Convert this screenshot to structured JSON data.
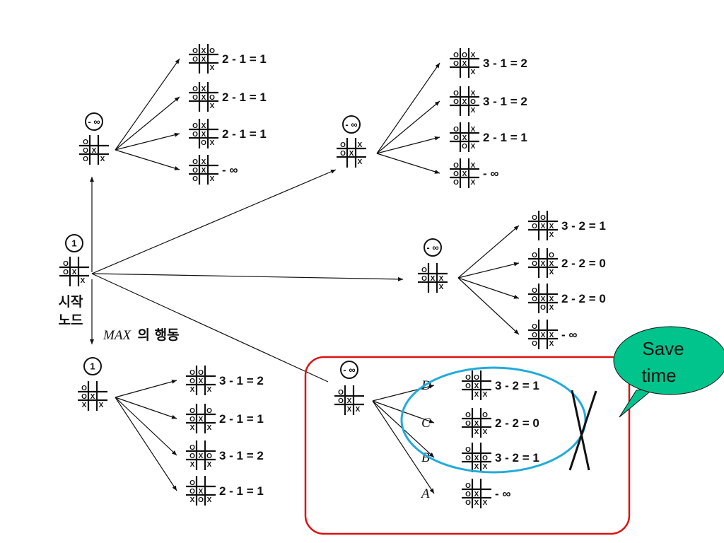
{
  "root": {
    "value": "1",
    "board": [
      "O",
      "",
      "",
      "O",
      "X",
      "",
      "",
      "",
      "X"
    ],
    "caption_line1": "시작",
    "caption_line2": "노드"
  },
  "action_caption": {
    "max": "MAX",
    "rest": "의 행동"
  },
  "subtrees": [
    {
      "id": "top-left",
      "value": "- ∞",
      "board": [
        "O",
        "",
        "",
        "O",
        "X",
        "",
        "O",
        "",
        "X"
      ],
      "children": [
        {
          "board": [
            "O",
            "X",
            "O",
            "O",
            "X",
            "",
            "",
            "",
            "X"
          ],
          "label": "2 - 1 = 1"
        },
        {
          "board": [
            "O",
            "X",
            "",
            "O",
            "X",
            "O",
            "",
            "",
            "X"
          ],
          "label": "2 - 1 = 1"
        },
        {
          "board": [
            "O",
            "X",
            "",
            "O",
            "X",
            "",
            "",
            "O",
            "X"
          ],
          "label": "2 - 1 = 1"
        },
        {
          "board": [
            "O",
            "X",
            "",
            "O",
            "X",
            "",
            "O",
            "",
            "X"
          ],
          "label": "- ∞"
        }
      ]
    },
    {
      "id": "top-right",
      "value": "- ∞",
      "board": [
        "O",
        "",
        "X",
        "O",
        "X",
        "",
        "",
        "",
        "X"
      ],
      "children": [
        {
          "board": [
            "O",
            "O",
            "X",
            "O",
            "X",
            "",
            "",
            "",
            "X"
          ],
          "label": "3 - 1 = 2"
        },
        {
          "board": [
            "O",
            "",
            "X",
            "O",
            "X",
            "O",
            "",
            "",
            "X"
          ],
          "label": "3 - 1 = 2"
        },
        {
          "board": [
            "O",
            "",
            "X",
            "O",
            "X",
            "",
            "",
            "O",
            "X"
          ],
          "label": "2 - 1 = 1"
        },
        {
          "board": [
            "O",
            "",
            "X",
            "O",
            "X",
            "",
            "O",
            "",
            "X"
          ],
          "label": "- ∞"
        }
      ]
    },
    {
      "id": "middle-right",
      "value": "- ∞",
      "board": [
        "O",
        "",
        "",
        "O",
        "X",
        "X",
        "",
        "",
        "X"
      ],
      "children": [
        {
          "board": [
            "O",
            "O",
            "",
            "O",
            "X",
            "X",
            "",
            "",
            "X"
          ],
          "label": "3 - 2 = 1"
        },
        {
          "board": [
            "O",
            "",
            "O",
            "O",
            "X",
            "X",
            "",
            "",
            "X"
          ],
          "label": "2 - 2 = 0"
        },
        {
          "board": [
            "O",
            "",
            "",
            "O",
            "X",
            "X",
            "",
            "O",
            "X"
          ],
          "label": "2 - 2 = 0"
        },
        {
          "board": [
            "O",
            "",
            "",
            "O",
            "X",
            "X",
            "O",
            "",
            "X"
          ],
          "label": "- ∞"
        }
      ]
    },
    {
      "id": "bottom-left",
      "value": "1",
      "board": [
        "O",
        "",
        "",
        "O",
        "X",
        "",
        "X",
        "",
        "X"
      ],
      "children": [
        {
          "board": [
            "O",
            "O",
            "",
            "O",
            "X",
            "",
            "X",
            "",
            "X"
          ],
          "label": "3 - 1 = 2"
        },
        {
          "board": [
            "O",
            "",
            "O",
            "O",
            "X",
            "",
            "X",
            "",
            "X"
          ],
          "label": "2 - 1 = 1"
        },
        {
          "board": [
            "O",
            "",
            "",
            "O",
            "X",
            "O",
            "X",
            "",
            "X"
          ],
          "label": "3 - 1 = 2"
        },
        {
          "board": [
            "O",
            "",
            "",
            "O",
            "X",
            "",
            "X",
            "O",
            "X"
          ],
          "label": "2 - 1 = 1"
        }
      ]
    },
    {
      "id": "bottom-right",
      "value": "- ∞",
      "board": [
        "O",
        "",
        "",
        "O",
        "X",
        "",
        "",
        "X",
        "X"
      ],
      "children": [
        {
          "letter": "D",
          "board": [
            "O",
            "O",
            "",
            "O",
            "X",
            "",
            "",
            "X",
            "X"
          ],
          "label": "3 - 2 = 1"
        },
        {
          "letter": "C",
          "board": [
            "O",
            "",
            "O",
            "O",
            "X",
            "",
            "",
            "X",
            "X"
          ],
          "label": "2 - 2 = 0"
        },
        {
          "letter": "B",
          "board": [
            "O",
            "",
            "",
            "O",
            "X",
            "O",
            "",
            "X",
            "X"
          ],
          "label": "3 - 2 = 1"
        },
        {
          "letter": "A",
          "board": [
            "O",
            "",
            "",
            "O",
            "X",
            "",
            "O",
            "X",
            "X"
          ],
          "label": "- ∞"
        }
      ]
    }
  ],
  "callout": {
    "line1": "Save",
    "line2": "time"
  },
  "colors": {
    "prune_box": "#dd1111",
    "ellipse": "#22aadd",
    "callout_fill": "#00c48c",
    "ink": "#111111"
  }
}
